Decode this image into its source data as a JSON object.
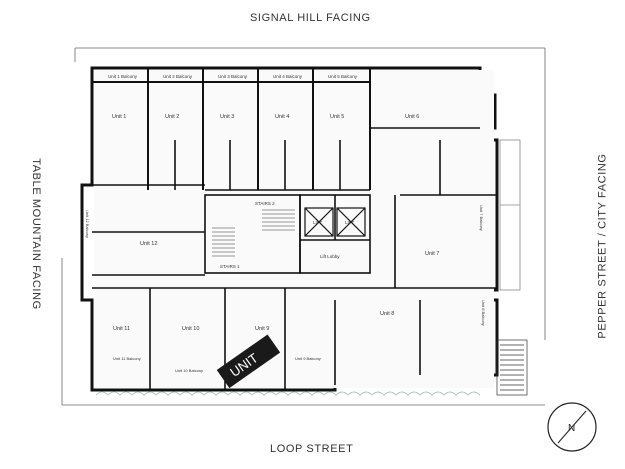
{
  "facings": {
    "top": "SIGNAL HILL FACING",
    "bottom": "LOOP STREET",
    "left": "TABLE MOUNTAIN FACING",
    "right": "PEPPER STREET / CITY FACING"
  },
  "balconies": [
    "Unit 1 Balcony",
    "Unit 2 Balcony",
    "Unit 3 Balcony",
    "Unit 4 Balcony",
    "Unit 5 Balcony"
  ],
  "top_units": [
    "Unit 1",
    "Unit 2",
    "Unit 3",
    "Unit 4",
    "Unit 5"
  ],
  "units": {
    "u6": "Unit 6",
    "u7": "Unit 7",
    "u8": "Unit 8",
    "u9": "Unit 9",
    "u10": "Unit 10",
    "u11": "Unit 11",
    "u12": "Unit 12"
  },
  "balcony_labels": {
    "u12": "Unit 12 Balcony",
    "u11": "Unit 11 Balcony",
    "u10": "Unit 10 Balcony",
    "u9": "Unit 9 Balcony",
    "u8": "Unit 8 Balcony",
    "u7": "Unit 7 Balcony"
  },
  "core": {
    "stairs1": "STAIRS 1",
    "stairs2": "STAIRS 2",
    "lift1": "LIFT",
    "lift2": "LIFT",
    "lobby": "Lift Lobby"
  },
  "highlight_label": "UNIT",
  "compass_letter": "N"
}
